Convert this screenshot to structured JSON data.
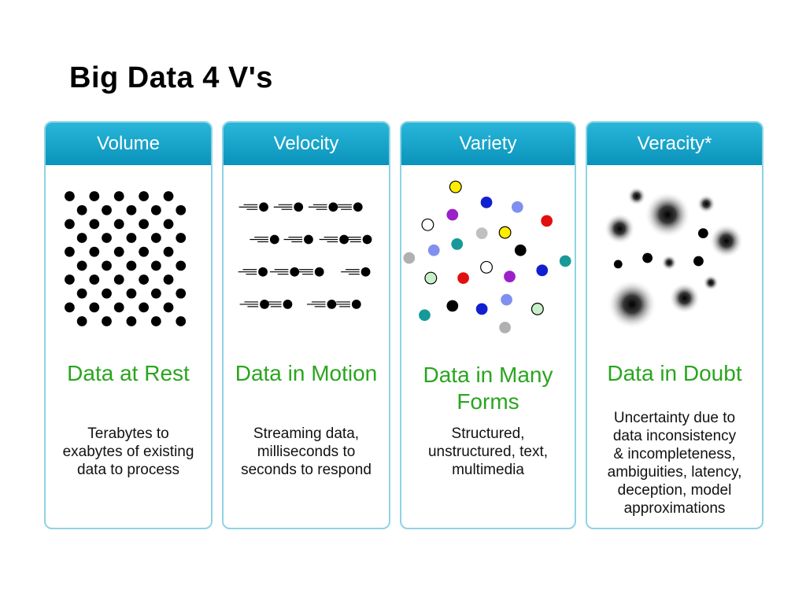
{
  "slide": {
    "title": "Big Data 4 V's"
  },
  "cards": [
    {
      "header": "Volume",
      "subtitle": "Data at Rest",
      "description": "Terabytes to\nexabytes of existing\ndata to process"
    },
    {
      "header": "Velocity",
      "subtitle": "Data in Motion",
      "description": "Streaming data,\nmilliseconds to\nseconds to respond"
    },
    {
      "header": "Variety",
      "subtitle": "Data in Many\nForms",
      "description": "Structured,\nunstructured, text,\nmultimedia"
    },
    {
      "header": "Veracity*",
      "subtitle": "Data in Doubt",
      "description": "Uncertainty due to\ndata inconsistency\n& incompleteness,\nambiguities, latency,\ndeception, model\napproximations"
    }
  ],
  "colors": {
    "header": "#1aa6cc",
    "subtitle": "#2aa51f",
    "border": "#8fd3e3"
  }
}
